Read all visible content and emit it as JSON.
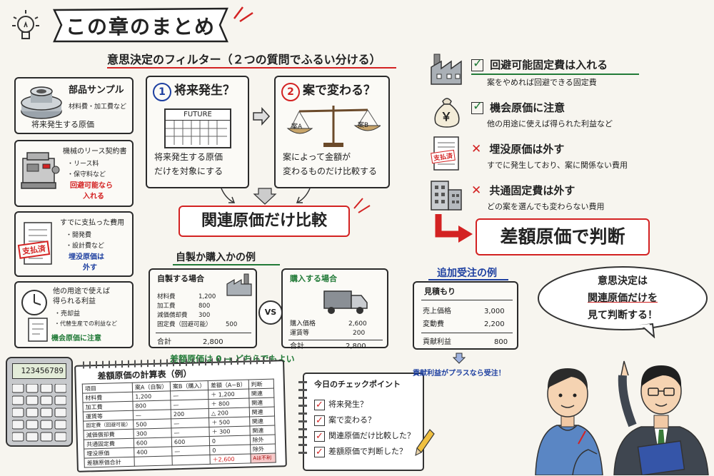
{
  "title": "この章のまとめ",
  "filter": {
    "heading": "意思決定のフィルター（２つの質問でふるい分ける）",
    "q1": {
      "num": "1",
      "title": "将来発生？",
      "calendar": "FUTURE",
      "text1": "将来発生する原価",
      "text2": "だけを対象にする"
    },
    "q2": {
      "num": "2",
      "title": "案で変わる？",
      "a": "案A",
      "b": "案B",
      "text1": "案によって金額が",
      "text2": "変わるものだけ比較する"
    },
    "result": "関連原価だけ比較"
  },
  "left": {
    "c1": {
      "title": "部品サンプル",
      "sub": "材料費・加工費など",
      "foot": "将来発生する原価"
    },
    "c2": {
      "title": "機械のリース契約書",
      "b1": "・リース料",
      "b2": "・保守料など",
      "r1": "回避可能なら",
      "r2": "入れる"
    },
    "c3": {
      "stamp": "支払済",
      "title": "すでに支払った費用",
      "b1": "・開発費",
      "b2": "・設計費など",
      "u1": "埋没原価は",
      "u2": "外す"
    },
    "c4": {
      "t1": "他の用途で使えば",
      "t2": "得られる利益",
      "b1": "・売却益",
      "b2": "・代替生産での利益など",
      "foot": "機会原価に注意"
    }
  },
  "right": {
    "items": [
      {
        "mark": "check",
        "title": "回避可能固定費は入れる",
        "sub": "案をやめれば回避できる固定費"
      },
      {
        "mark": "check",
        "title": "機会原価に注意",
        "sub": "他の用途に使えば得られた利益など"
      },
      {
        "mark": "cross",
        "title": "埋没原価は外す",
        "sub": "すでに発生しており、案に関係ない費用"
      },
      {
        "mark": "cross",
        "title": "共通固定費は外す",
        "sub": "どの案を選んでも変わらない費用"
      }
    ],
    "stamp": "支払済",
    "yen": "￥",
    "decision": "差額原価で判断"
  },
  "makebuy": {
    "heading": "自製か購入かの例",
    "make": {
      "title": "自製する場合",
      "rows": [
        [
          "材料費",
          "1,200"
        ],
        [
          "加工費",
          "800"
        ],
        [
          "減価償却費",
          "300"
        ],
        [
          "固定費（回避可能）",
          "500"
        ]
      ],
      "total": [
        "合計",
        "2,800"
      ]
    },
    "vs": "VS",
    "buy": {
      "title": "購入する場合",
      "rows": [
        [
          "購入価格",
          "2,600"
        ],
        [
          "運賃等",
          "200"
        ]
      ],
      "total": [
        "合計",
        "2,800"
      ]
    },
    "note": "差額原価は 0 → どちらでもよい"
  },
  "calculator": {
    "display": "123456789"
  },
  "calc_table": {
    "title": "差額原価の計算表（例）",
    "headers": [
      "項目",
      "案A（自製）",
      "案B（購入）",
      "差額（A−B）",
      "判断"
    ],
    "rows": [
      [
        "材料費",
        "1,200",
        "—",
        "＋ 1,200",
        "関連"
      ],
      [
        "加工費",
        "800",
        "—",
        "＋ 800",
        "関連"
      ],
      [
        "運賃等",
        "—",
        "200",
        "△ 200",
        "関連"
      ],
      [
        "固定費（回避可能）",
        "500",
        "—",
        "＋ 500",
        "関連"
      ],
      [
        "減価償却費",
        "300",
        "—",
        "＋ 300",
        "関連"
      ],
      [
        "共通固定費",
        "600",
        "600",
        "0",
        "除外"
      ],
      [
        "埋没原価",
        "400",
        "—",
        "0",
        "除外"
      ],
      [
        "差額原価合計",
        "",
        "",
        "＋2,600",
        "Aは不利"
      ]
    ]
  },
  "checkpoints": {
    "title": "今日のチェックポイント",
    "items": [
      "将来発生？",
      "案で変わる？",
      "関連原価だけ比較した？",
      "差額原価で判断した？"
    ]
  },
  "order": {
    "heading": "追加受注の例",
    "title": "見積もり",
    "rows": [
      [
        "売上価格",
        "3,000"
      ],
      [
        "変動費",
        "2,200"
      ]
    ],
    "total": [
      "貢献利益",
      "800"
    ],
    "note": "貢献利益がプラスなら受注！"
  },
  "speech": {
    "l1": "意思決定は",
    "l2": "関連原価だけを",
    "l3": "見て判断する！"
  },
  "colors": {
    "red": "#d32222",
    "blue": "#1d3fa0",
    "green": "#217a37",
    "ink": "#2a2a2a",
    "paper": "#f7f5ef"
  }
}
